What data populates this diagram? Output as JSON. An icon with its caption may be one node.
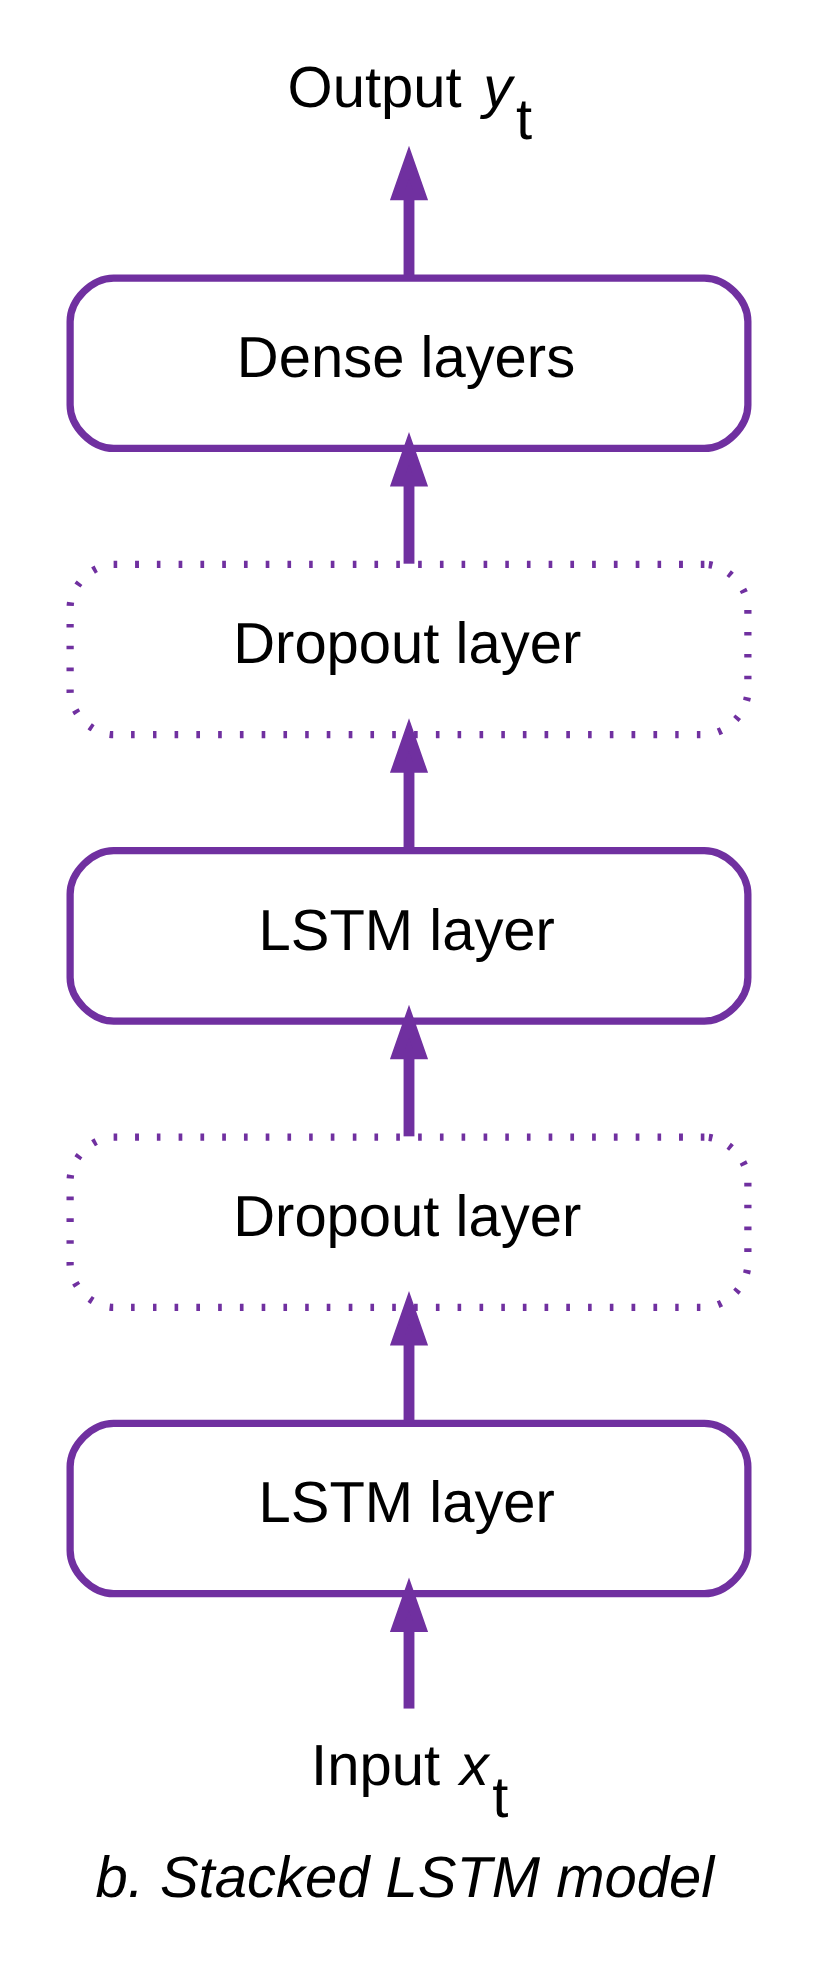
{
  "diagram": {
    "caption": "b. Stacked LSTM model",
    "nodes": [
      {
        "text": [
          "Output *y*$_{t}$"
        ]
      },
      {
        "text": [
          "Dense layers"
        ]
      },
      {
        "text": [
          "Dropout layer"
        ]
      },
      {
        "text": [
          "LSTM layer"
        ]
      },
      {
        "text": [
          "Dropout layer"
        ]
      },
      {
        "text": [
          "LSTM layer"
        ]
      },
      {
        "text": [
          "Input *x*$_{t}$"
        ]
      }
    ],
    "edges": [
      {
        "from": 6,
        "to": 5,
        "arrow": "to"
      },
      {
        "from": 5,
        "to": 4,
        "arrow": "to"
      },
      {
        "from": 4,
        "to": 3,
        "arrow": "to"
      },
      {
        "from": 3,
        "to": 2,
        "arrow": "to"
      },
      {
        "from": 2,
        "to": 1,
        "arrow": "to"
      },
      {
        "from": 1,
        "to": 0,
        "arrow": "to"
      }
    ]
  }
}
